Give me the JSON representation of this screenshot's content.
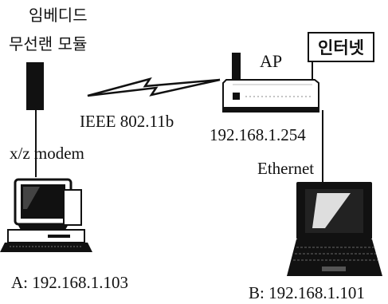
{
  "diagram": {
    "module_label_line1": "임베디드",
    "module_label_line2": "무선랜 모듈",
    "wireless_label": "IEEE 802.11b",
    "serial_label": "x/z modem",
    "ap_label": "AP",
    "ap_ip": "192.168.1.254",
    "internet_label": "인터넷",
    "ethernet_label": "Ethernet",
    "host_a_label": "A: 192.168.1.103",
    "host_b_label": "B: 192.168.1.101"
  }
}
